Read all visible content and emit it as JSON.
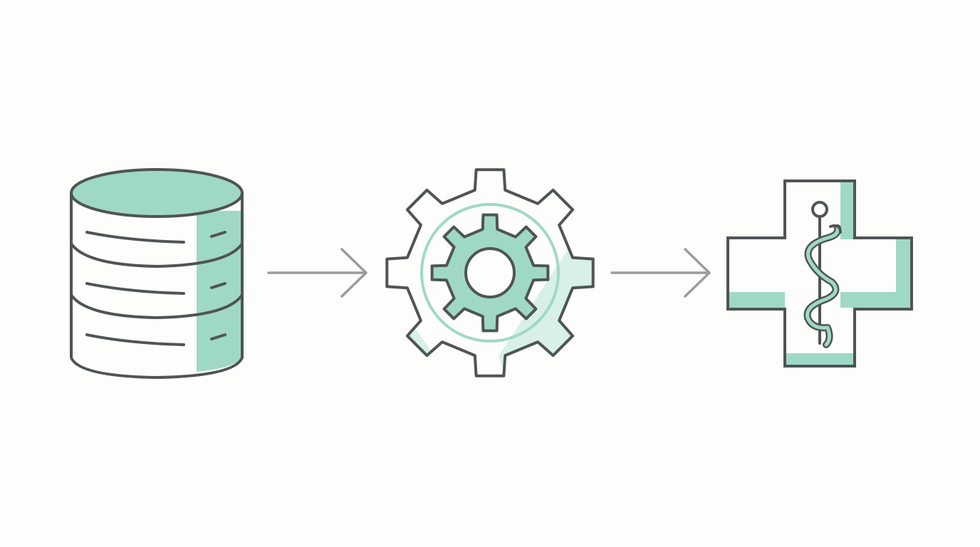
{
  "diagram": {
    "type": "flow",
    "nodes": [
      {
        "id": "database",
        "icon": "database-icon"
      },
      {
        "id": "processing",
        "icon": "gear-icon"
      },
      {
        "id": "healthcare",
        "icon": "medical-cross-icon"
      }
    ],
    "edges": [
      {
        "from": "database",
        "to": "processing",
        "icon": "arrow-right-icon"
      },
      {
        "from": "processing",
        "to": "healthcare",
        "icon": "arrow-right-icon"
      }
    ]
  },
  "colors": {
    "background": "#fdfdfc",
    "outline": "#4f5455",
    "accent": "#9fd9c6",
    "accent_light": "#d8f0e7",
    "arrow": "#9a9c9c"
  }
}
